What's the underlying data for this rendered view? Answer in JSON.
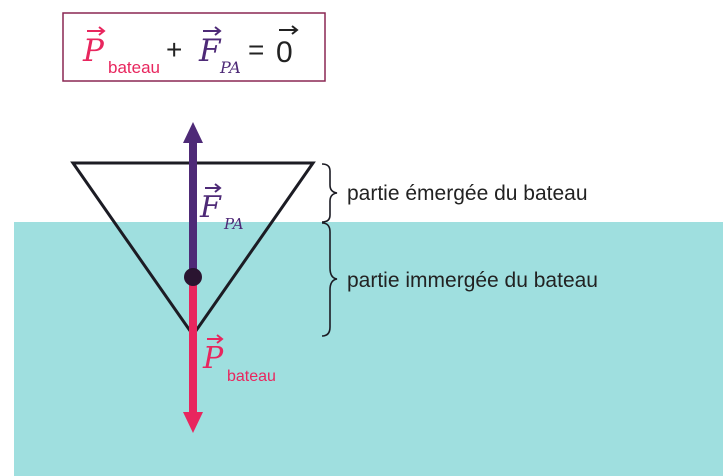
{
  "colors": {
    "water": "#9fdfdf",
    "outline": "#1c1c24",
    "weight": "#e8265e",
    "buoyancy": "#4e2a77",
    "box_border": "#8a2752",
    "text": "#222222"
  },
  "equation": {
    "p_symbol": "P",
    "p_sub": "bateau",
    "plus": "+",
    "f_symbol": "F",
    "f_sub": "PA",
    "equals": "=",
    "zero": "0"
  },
  "vectors": {
    "buoyancy": {
      "symbol": "F",
      "sub": "PA"
    },
    "weight": {
      "symbol": "P",
      "sub": "bateau"
    }
  },
  "labels": {
    "emerged": "partie émergée du bateau",
    "immersed": "partie immergée du bateau"
  },
  "icons": {
    "vector_arrow": "right-arrow-over-symbol",
    "brace": "right-curly-brace"
  }
}
